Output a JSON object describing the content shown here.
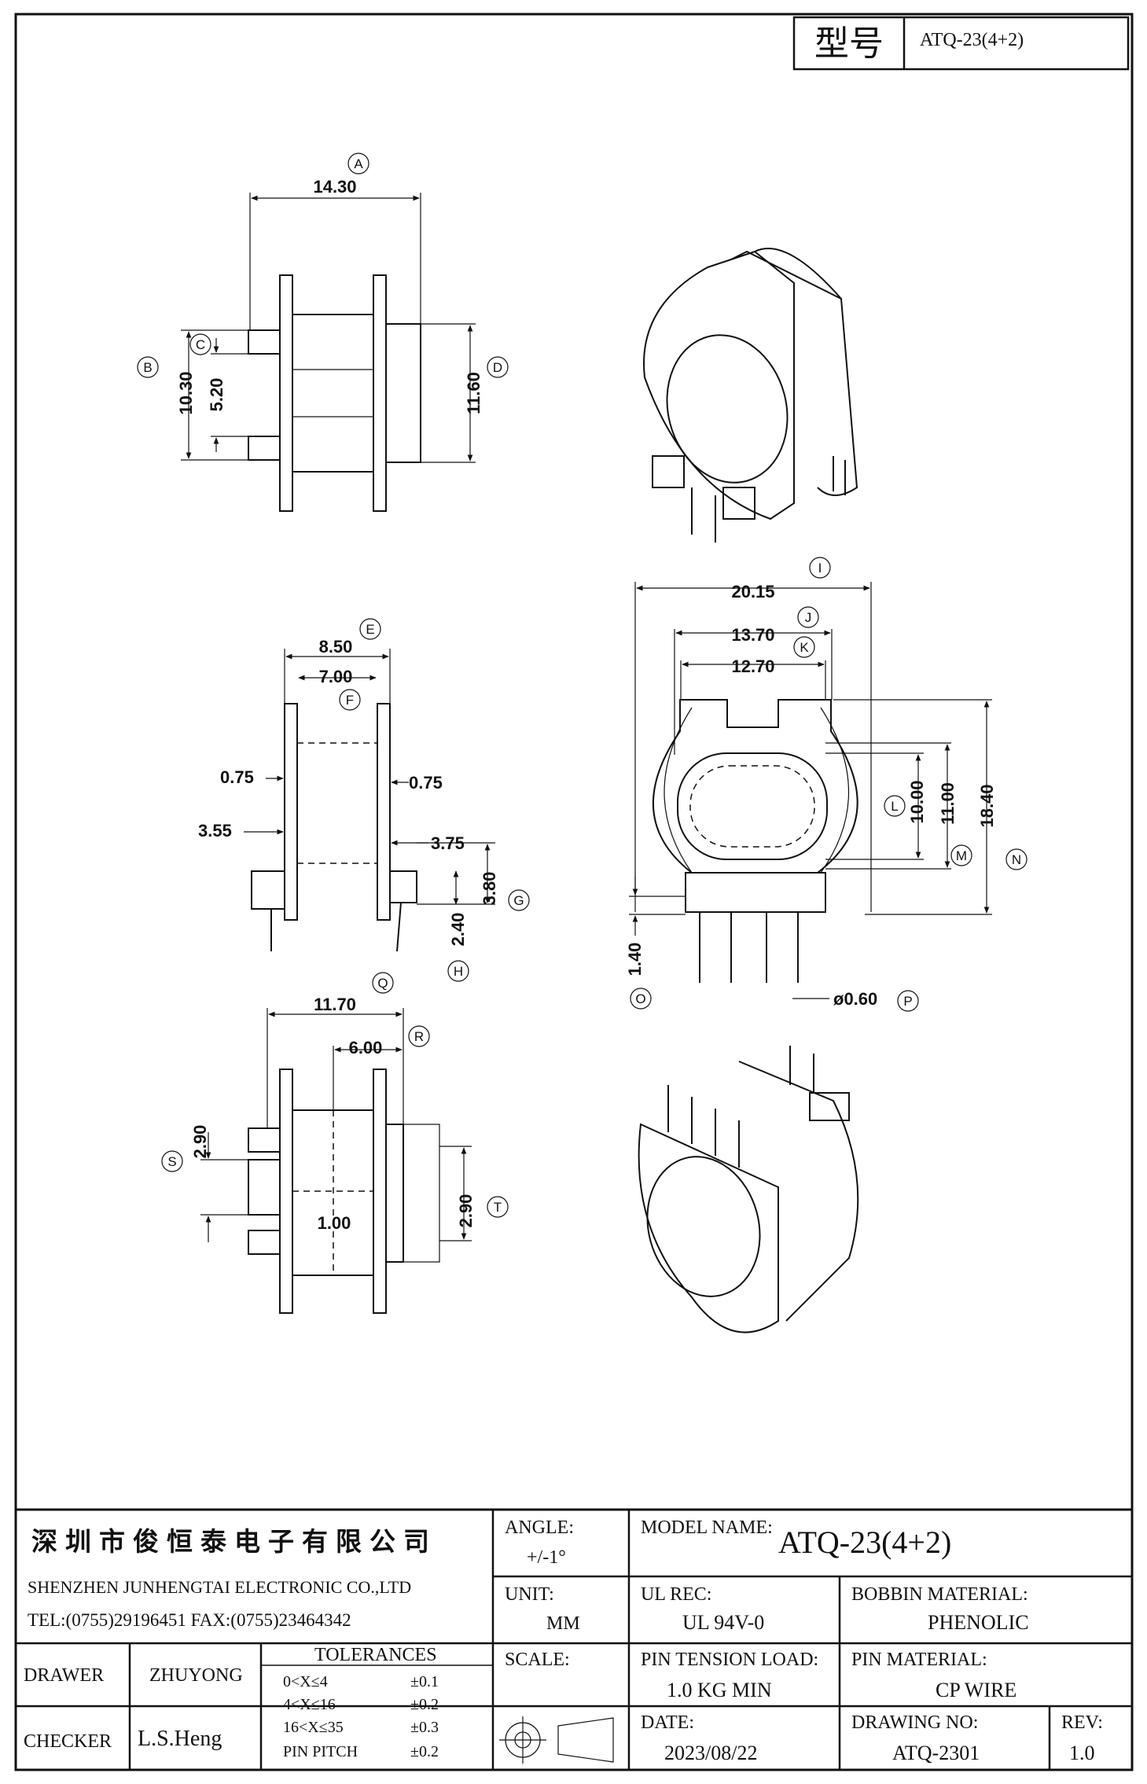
{
  "header": {
    "type_label": "型号",
    "model": "ATQ-23(4+2)"
  },
  "views": {
    "front": {
      "A": "14.30",
      "B": "10.30",
      "C": "5.20",
      "D": "11.60"
    },
    "side": {
      "E": "8.50",
      "F": "7.00",
      "left_wall": "0.75",
      "right_wall": "0.75",
      "left_offset": "3.55",
      "right_offset": "3.75",
      "G": "3.80",
      "H": "2.40"
    },
    "end": {
      "I": "20.15",
      "J": "13.70",
      "K": "12.70",
      "L": "10.00",
      "M": "11.00",
      "N": "18.40",
      "O": "1.40",
      "P": "ø0.60"
    },
    "bottom": {
      "Q": "11.70",
      "R": "6.00",
      "S": "2.90",
      "T": "2.90",
      "pitch": "1.00"
    },
    "circle_labels": [
      "A",
      "B",
      "C",
      "D",
      "E",
      "F",
      "G",
      "H",
      "I",
      "J",
      "K",
      "L",
      "M",
      "N",
      "O",
      "P",
      "Q",
      "R",
      "S",
      "T"
    ]
  },
  "title_block": {
    "company_cn": "深圳市俊恒泰电子有限公司",
    "company_en": "SHENZHEN JUNHENGTAI ELECTRONIC CO.,LTD",
    "contact": "TEL:(0755)29196451 FAX:(0755)23464342",
    "drawer_label": "DRAWER",
    "drawer": "ZHUYONG",
    "checker_label": "CHECKER",
    "checker": "L.S.Heng",
    "tolerances_label": "TOLERANCES",
    "tolerances": [
      {
        "range": "0<X≤4",
        "value": "±0.1"
      },
      {
        "range": "4<X≤16",
        "value": "±0.2"
      },
      {
        "range": "16<X≤35",
        "value": "±0.3"
      },
      {
        "range": "PIN PITCH",
        "value": "±0.2"
      }
    ],
    "angle_label": "ANGLE:",
    "angle": "+/-1°",
    "unit_label": "UNIT:",
    "unit": "MM",
    "scale_label": "SCALE:",
    "model_name_label": "MODEL NAME:",
    "model_name": "ATQ-23(4+2)",
    "ul_rec_label": "UL REC:",
    "ul_rec": "UL 94V-0",
    "bobbin_material_label": "BOBBIN MATERIAL:",
    "bobbin_material": "PHENOLIC",
    "pin_tension_label": "PIN TENSION LOAD:",
    "pin_tension": "1.0 KG MIN",
    "pin_material_label": "PIN MATERIAL:",
    "pin_material": "CP WIRE",
    "date_label": "DATE:",
    "date": "2023/08/22",
    "drawing_no_label": "DRAWING NO:",
    "drawing_no": "ATQ-2301",
    "rev_label": "REV:",
    "rev": "1.0"
  }
}
